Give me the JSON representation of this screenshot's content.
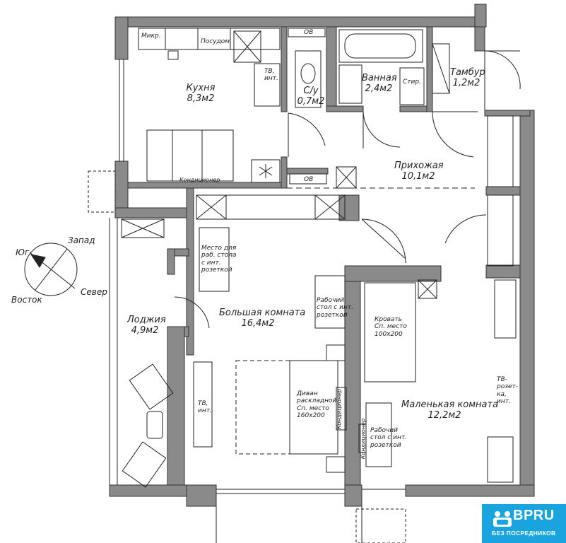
{
  "rooms": {
    "kitchen": {
      "name": "Кухня",
      "area": "8,3м2"
    },
    "wc": {
      "name": "С/у",
      "area": "0,7м2"
    },
    "bath": {
      "name": "Ванная",
      "area": "2,4м2"
    },
    "vestibule": {
      "name": "Тамбур",
      "area": "1,2м2"
    },
    "hall": {
      "name": "Прихожая",
      "area": "10,1м2"
    },
    "loggia": {
      "name": "Лоджия",
      "area": "4,9м2"
    },
    "big_room": {
      "name": "Большая комната",
      "area": "16,4м2"
    },
    "small_room": {
      "name": "Маленькая комната",
      "area": "12,2м2"
    }
  },
  "fixtures": {
    "micro": "Микр.",
    "dishwasher": "Посудом.",
    "tv_kitchen_1": "ТВ,",
    "tv_kitchen_2": "инт.",
    "ov_top": "ОВ",
    "ov_bottom": "ОВ",
    "stir": "Стир.",
    "conditioner_kitchen": "Кондиционер",
    "work_place_1": "Место для",
    "work_place_2": "раб. стола",
    "work_place_3": "с инт.",
    "work_place_4": "розеткой",
    "desk_big_1": "Рабочий",
    "desk_big_2": "стол с инт.",
    "desk_big_3": "розеткой",
    "bed_1": "Кровать",
    "bed_2": "Сп. место",
    "bed_3": "100х200",
    "tv_big_1": "ТВ,",
    "tv_big_2": "инт.",
    "sofa_1": "Диван",
    "sofa_2": "раскладной",
    "sofa_3": "Сп. место",
    "sofa_4": "160х200",
    "conditioner_big": "Кондиционер",
    "conditioner_small": "Кондиционер",
    "desk_small_1": "Рабочий",
    "desk_small_2": "стол с инт.",
    "desk_small_3": "розеткой",
    "tv_small_1": "ТВ-",
    "tv_small_2": "розет-",
    "tv_small_3": "ка,",
    "tv_small_4": "инт."
  },
  "compass": {
    "south": "Юг",
    "west": "Запад",
    "east": "Восток",
    "north": "Север"
  },
  "badge": {
    "title": "BPRU",
    "subtitle": "БЕЗ ПОСРЕДНИКОВ"
  },
  "colors": {
    "wall": "#8a8a8a",
    "line": "#222222",
    "accent": "#1aa4df"
  }
}
